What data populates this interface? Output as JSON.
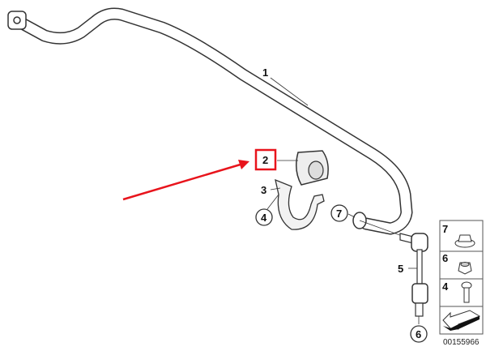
{
  "diagram": {
    "callouts": [
      {
        "id": "1",
        "label": "1"
      },
      {
        "id": "2",
        "label": "2",
        "highlighted": true
      },
      {
        "id": "3",
        "label": "3"
      },
      {
        "id": "4",
        "label": "4"
      },
      {
        "id": "5",
        "label": "5"
      },
      {
        "id": "6",
        "label": "6"
      },
      {
        "id": "7",
        "label": "7"
      }
    ],
    "legend": [
      {
        "label": "7",
        "icon": "flange-nut-icon"
      },
      {
        "label": "6",
        "icon": "hex-nut-icon"
      },
      {
        "label": "4",
        "icon": "bolt-icon"
      }
    ],
    "diagram_number": "00155966",
    "colors": {
      "highlight": "#e8141c",
      "line": "#222222"
    }
  }
}
